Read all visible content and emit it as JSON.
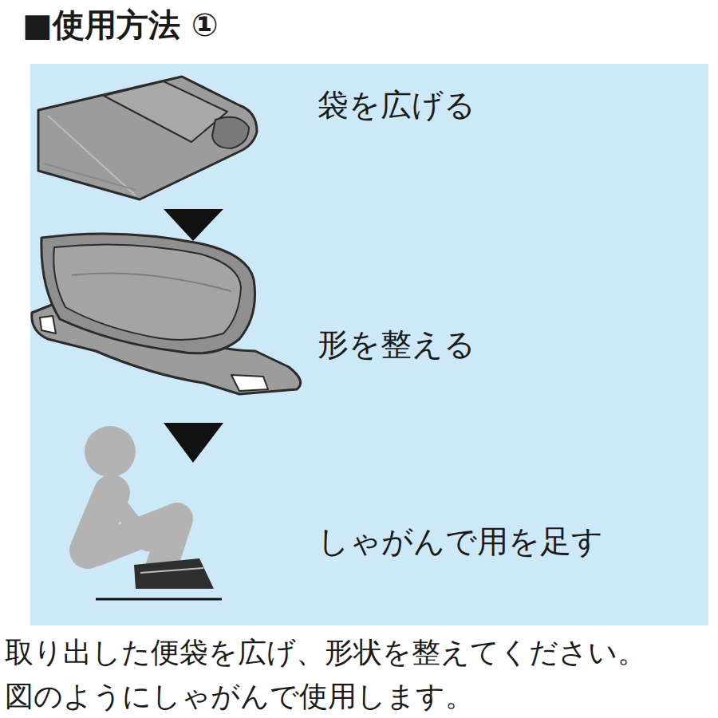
{
  "diagram": {
    "title": "■使用方法 ①",
    "caption": "取り出した便袋を広げ、形状を整えてください。 図のようにしゃがんで使用します。",
    "labels": [
      "袋を広げる",
      "形を整える",
      "しゃがんで用を足す"
    ]
  }
}
